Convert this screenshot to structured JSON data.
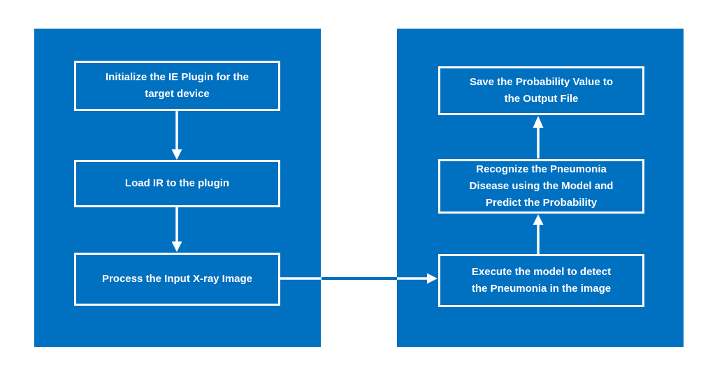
{
  "colors": {
    "panel_blue": "#0070C0",
    "gap_connector_blue": "#0070C0",
    "arrow_white": "#FFFFFF",
    "box_border": "#FFFFFF",
    "box_text": "#FFFFFF",
    "page_background": "#FFFFFF"
  },
  "diagram": {
    "left_panel": {
      "steps": [
        {
          "id": "initialize-ie-plugin",
          "label": "Initialize the IE Plugin for the\ntarget device"
        },
        {
          "id": "load-ir",
          "label": "Load IR to the plugin"
        },
        {
          "id": "process-input-image",
          "label": "Process the Input X-ray Image"
        }
      ]
    },
    "right_panel": {
      "steps": [
        {
          "id": "save-probability",
          "label": "Save the Probability Value to\nthe Output File"
        },
        {
          "id": "recognize-pneumonia",
          "label": "Recognize the Pneumonia\nDisease using the Model and\nPredict the Probability"
        },
        {
          "id": "execute-model",
          "label": "Execute the model to detect\nthe Pneumonia in the image"
        }
      ]
    },
    "connections": [
      {
        "from": "initialize-ie-plugin",
        "to": "load-ir",
        "direction": "down"
      },
      {
        "from": "load-ir",
        "to": "process-input-image",
        "direction": "down"
      },
      {
        "from": "process-input-image",
        "to": "execute-model",
        "direction": "right"
      },
      {
        "from": "execute-model",
        "to": "recognize-pneumonia",
        "direction": "up"
      },
      {
        "from": "recognize-pneumonia",
        "to": "save-probability",
        "direction": "up"
      }
    ]
  }
}
